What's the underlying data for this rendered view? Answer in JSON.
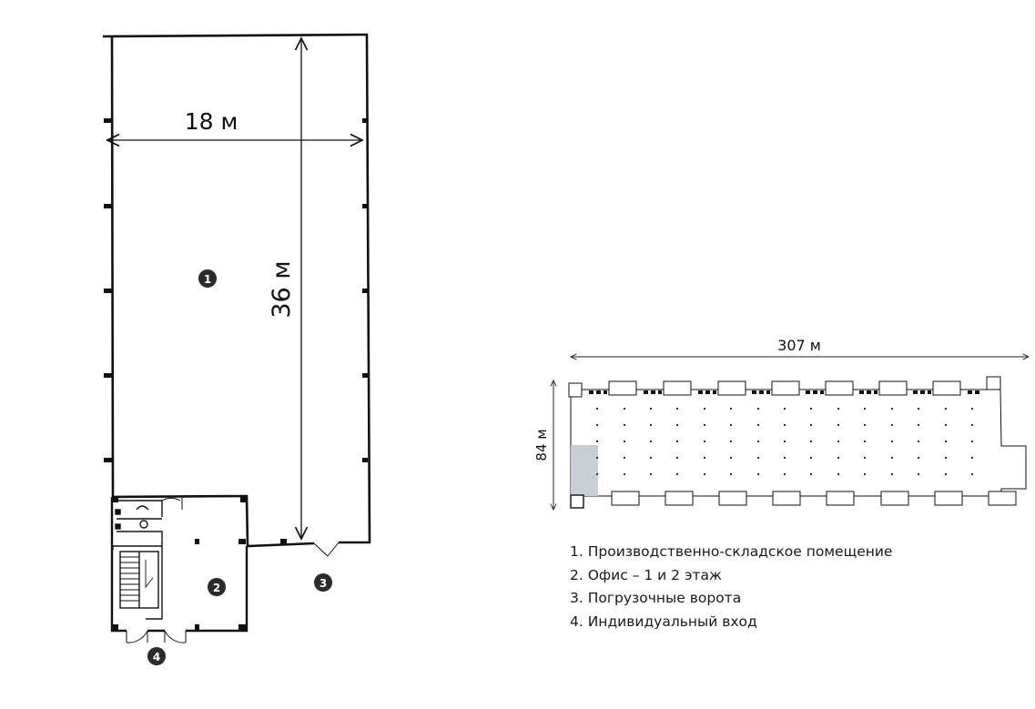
{
  "plan": {
    "width_label": "18 м",
    "length_label": "36 м",
    "markers": [
      "1",
      "2",
      "3",
      "4"
    ]
  },
  "site": {
    "length_label": "307 м",
    "width_label": "84 м"
  },
  "legend": {
    "items": [
      "1. Производственно-складское помещение",
      "2. Офис – 1 и 2 этаж",
      "3. Погрузочные ворота",
      "4. Индивидуальный вход"
    ]
  },
  "colors": {
    "line": "#111111",
    "highlight": "#c9ced5",
    "marker": "#2b2b2b"
  }
}
